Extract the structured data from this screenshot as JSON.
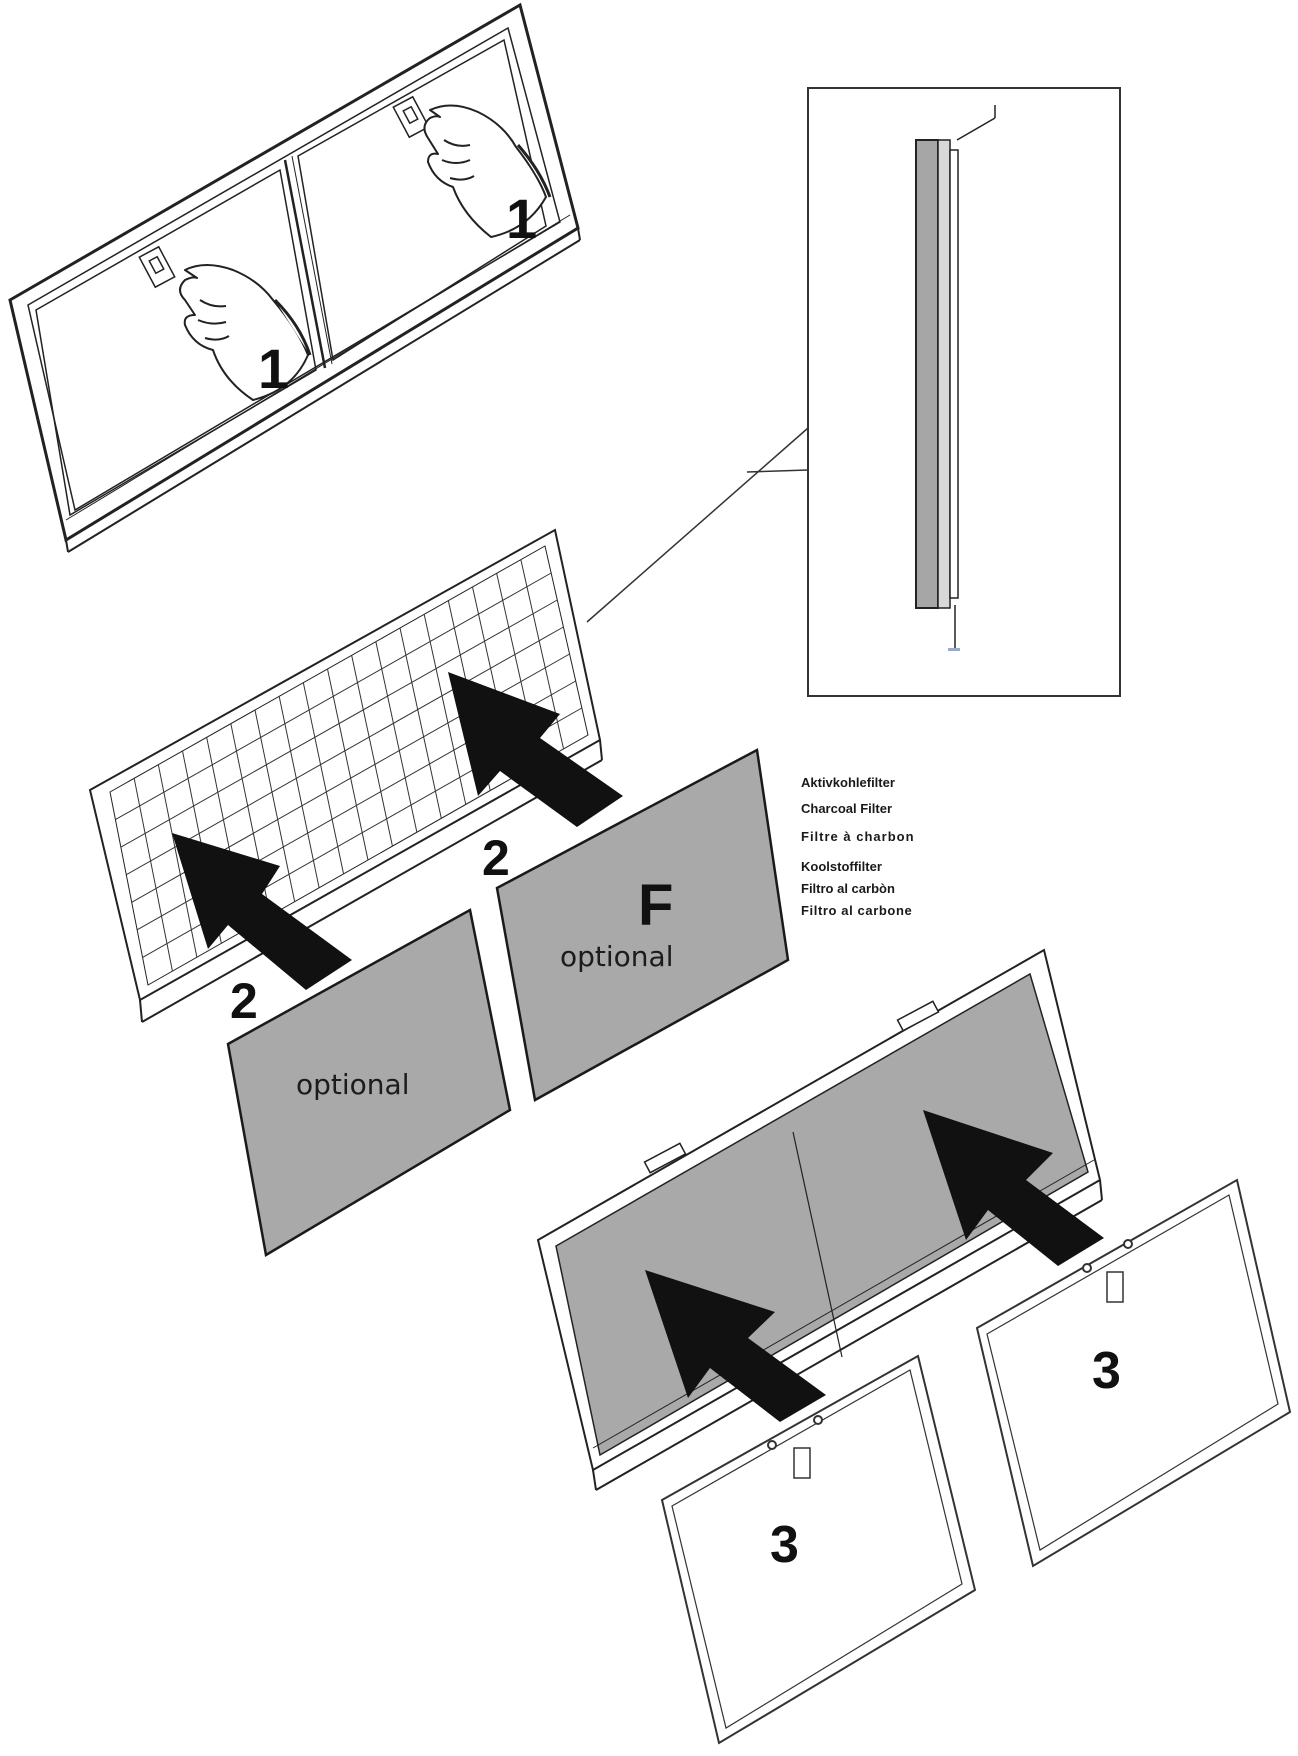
{
  "labels": {
    "step1": "1",
    "step2": "2",
    "step3": "3",
    "filter_letter": "F",
    "optional": "optional"
  },
  "legend": [
    "Aktivkohlefilter",
    "Charcoal Filter",
    "Filtre à charbon",
    "Koolstoffilter",
    "Filtro al carbòn",
    "Filtro al carbone"
  ],
  "colors": {
    "line": "#222222",
    "charcoal_panel": "#a9a9a9",
    "frame_fill": "#ffffff",
    "arrow": "#111111"
  }
}
